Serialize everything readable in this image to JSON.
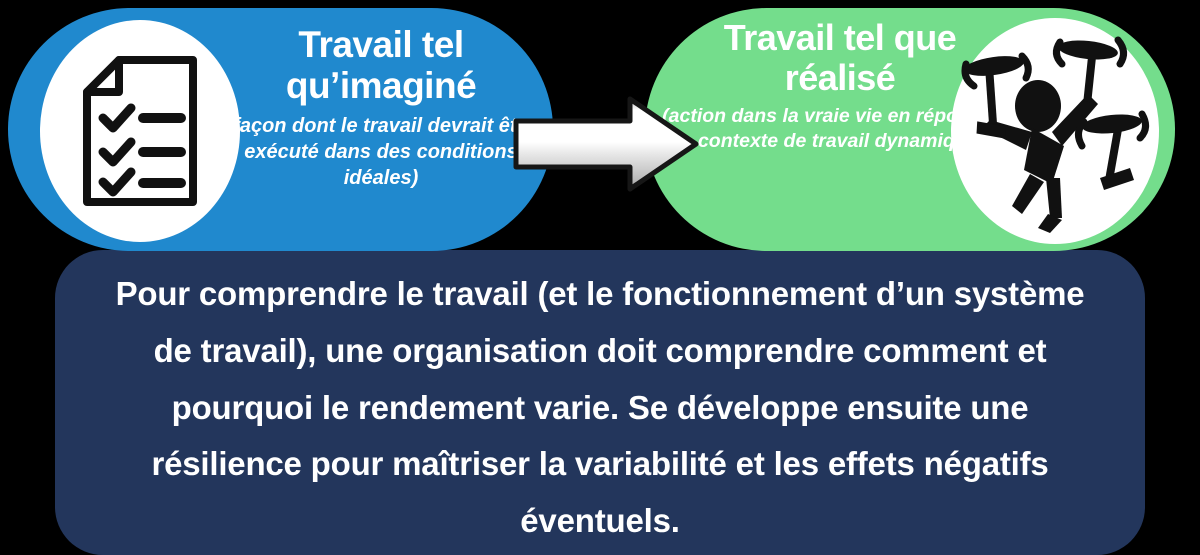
{
  "cards": [
    {
      "id": "imagined",
      "title": "Travail tel qu’imaginé",
      "subtitle": "(façon dont le travail devrait être exécuté dans des conditions idéales)",
      "color": "#2089ce",
      "icon": "checklist-document-icon"
    },
    {
      "id": "realized",
      "title": "Travail tel que réalisé",
      "subtitle": "(action dans la vraie vie en réponse au contexte de travail dynamique)",
      "color": "#74dd8c",
      "icon": "juggler-person-icon"
    }
  ],
  "arrow": {
    "name": "right-arrow-icon",
    "direction": "right",
    "fill": "#f2f2f2",
    "stroke": "#1a1a1a"
  },
  "summary": {
    "text": "Pour comprendre le travail (et le fonctionnement d’un système de travail), une organisation doit comprendre comment et pourquoi le rendement varie. Se développe ensuite une résilience pour maîtriser la variabilité et les effets négatifs éventuels.",
    "color": "#23365c",
    "text_color": "#ffffff"
  },
  "colors": {
    "background": "#000000",
    "blue": "#2089ce",
    "green": "#74dd8c",
    "navy": "#23365c",
    "white": "#ffffff",
    "icon_black": "#111111"
  }
}
